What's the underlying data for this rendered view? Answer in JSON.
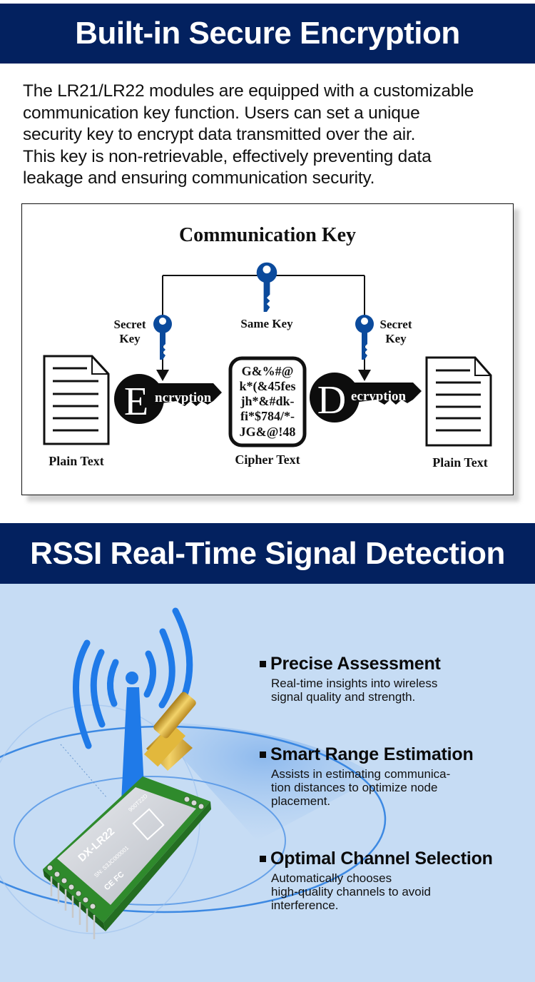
{
  "section1": {
    "title": "Built-in Secure Encryption",
    "intro_lines": [
      "The LR21/LR22 modules are equipped with a customizable",
      "communication key function. Users can set a unique",
      "security key to encrypt data transmitted over the air.",
      "This key is non-retrievable, effectively preventing data",
      "leakage and ensuring communication security."
    ],
    "diagram": {
      "title": "Communication Key",
      "same_key_label": "Same Key",
      "left_key_label": [
        "Secret",
        "Key"
      ],
      "right_key_label": [
        "Secret",
        "Key"
      ],
      "encryption": {
        "initial": "E",
        "rest": "ncryption"
      },
      "decryption": {
        "initial": "D",
        "rest": "ecryption"
      },
      "cipher_lines": [
        "G&%#@",
        "k*(&45fes",
        "jh*&#dk-",
        "fi*$784/*-",
        "JG&@!48"
      ],
      "cipher_label": "Cipher Text",
      "plain_left_label": "Plain Text",
      "plain_right_label": "Plain Text",
      "key_color": "#0b4a9c"
    }
  },
  "section2": {
    "title": "RSSI Real-Time Signal Detection",
    "background_color": "#c6dcf4",
    "module": {
      "model": "DX-LR22",
      "suffix": "900T22D",
      "serial": "SN: S3JC000001",
      "marks": "CE FC"
    },
    "features": [
      {
        "title": "Precise Assessment",
        "desc_lines": [
          "Real-time insights into wireless",
          "signal quality and strength."
        ]
      },
      {
        "title": "Smart Range Estimation",
        "desc_lines": [
          "Assists in estimating communica-",
          "tion distances to optimize node",
          "placement."
        ]
      },
      {
        "title": "Optimal Channel Selection",
        "desc_lines": [
          "Automatically chooses",
          "high-quality channels to avoid",
          "interference."
        ]
      }
    ]
  }
}
